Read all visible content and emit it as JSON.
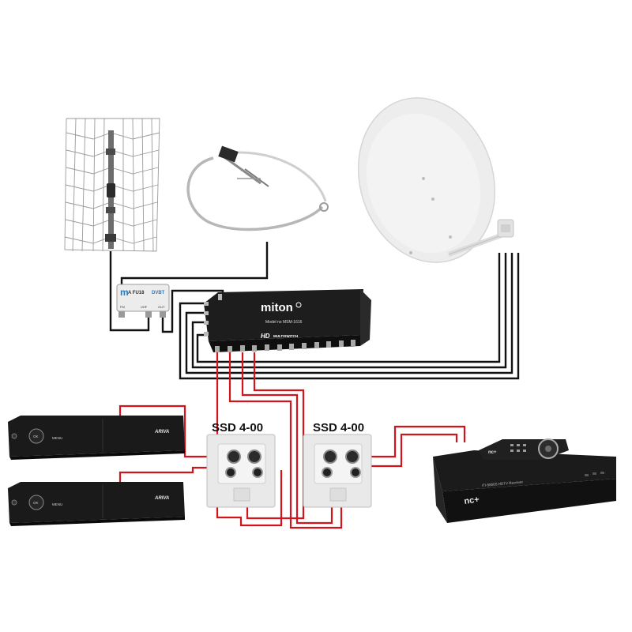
{
  "colors": {
    "coax_black": "#111111",
    "coax_red": "#d3141d",
    "device_body": "#151515",
    "socket_plate": "#e9e9e9",
    "dish": "#eeeeee",
    "accent_blue": "#1e7fd0"
  },
  "combiner": {
    "brand": "m",
    "model": "A  FU18",
    "band": "DVBT",
    "port_left": "FM",
    "port_mid": "UHF",
    "port_right": "OUT"
  },
  "multiswitch": {
    "brand": "miton",
    "model": "Model no MSM-1616",
    "hd_badge": "HD",
    "series": "MULTISWITCH"
  },
  "sockets": [
    {
      "label": "SSD 4-00"
    },
    {
      "label": "SSD 4-00"
    }
  ],
  "receivers": [
    {
      "brand": "ARIVA",
      "ok": "OK",
      "menu": "MENU"
    },
    {
      "brand": "ARIVA",
      "ok": "OK",
      "menu": "MENU"
    }
  ],
  "nc_box": {
    "brand": "nc+",
    "front_text": "ITI-5800S  HDTV  Receiver",
    "remote_brand": "nc+"
  }
}
